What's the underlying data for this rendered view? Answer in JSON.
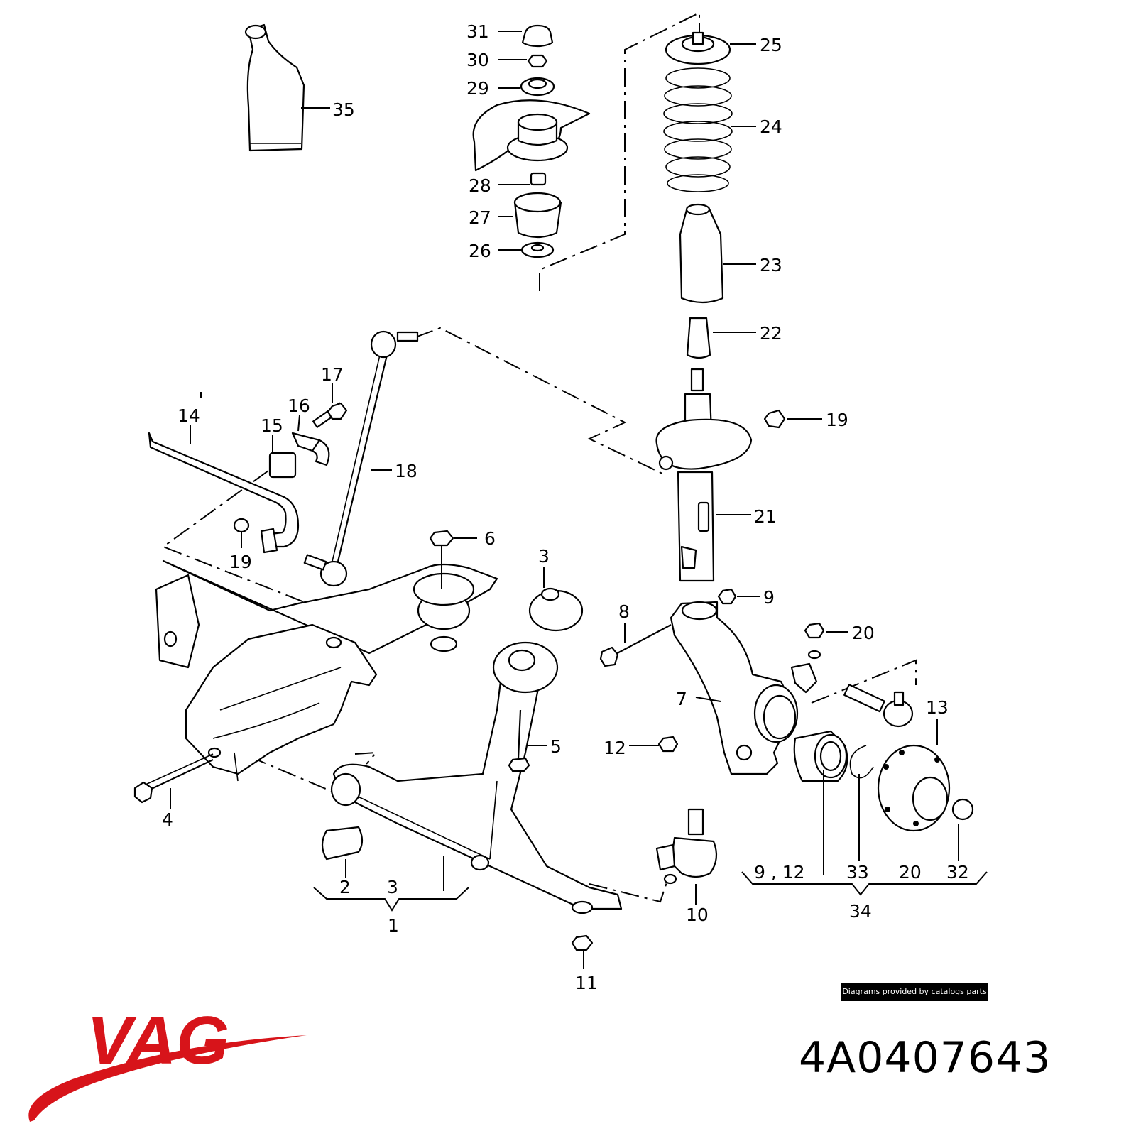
{
  "callouts": {
    "c31": "31",
    "c30": "30",
    "c29": "29",
    "c28": "28",
    "c27": "27",
    "c26": "26",
    "c35": "35",
    "c25": "25",
    "c24": "24",
    "c23": "23",
    "c22": "22",
    "c19a": "19",
    "c21": "21",
    "c17": "17",
    "c16": "16",
    "c15": "15",
    "c14": "14",
    "c18": "18",
    "c19b": "19",
    "c6": "6",
    "c3a": "3",
    "c9a": "9",
    "c8": "8",
    "c20a": "20",
    "c7": "7",
    "c13": "13",
    "c5": "5",
    "c12a": "12",
    "c4": "4",
    "c2": "2",
    "c3b": "3",
    "c1": "1",
    "c11": "11",
    "c10": "10",
    "c912": "9 , 12",
    "c33": "33",
    "c20b": "20",
    "c32": "32",
    "c34": "34"
  },
  "credit": "Diagrams provided by catalogs parts",
  "brand": "VAG",
  "part_number": "4A0407643",
  "colors": {
    "brand_red": "#d7141a",
    "ink": "#000000"
  }
}
